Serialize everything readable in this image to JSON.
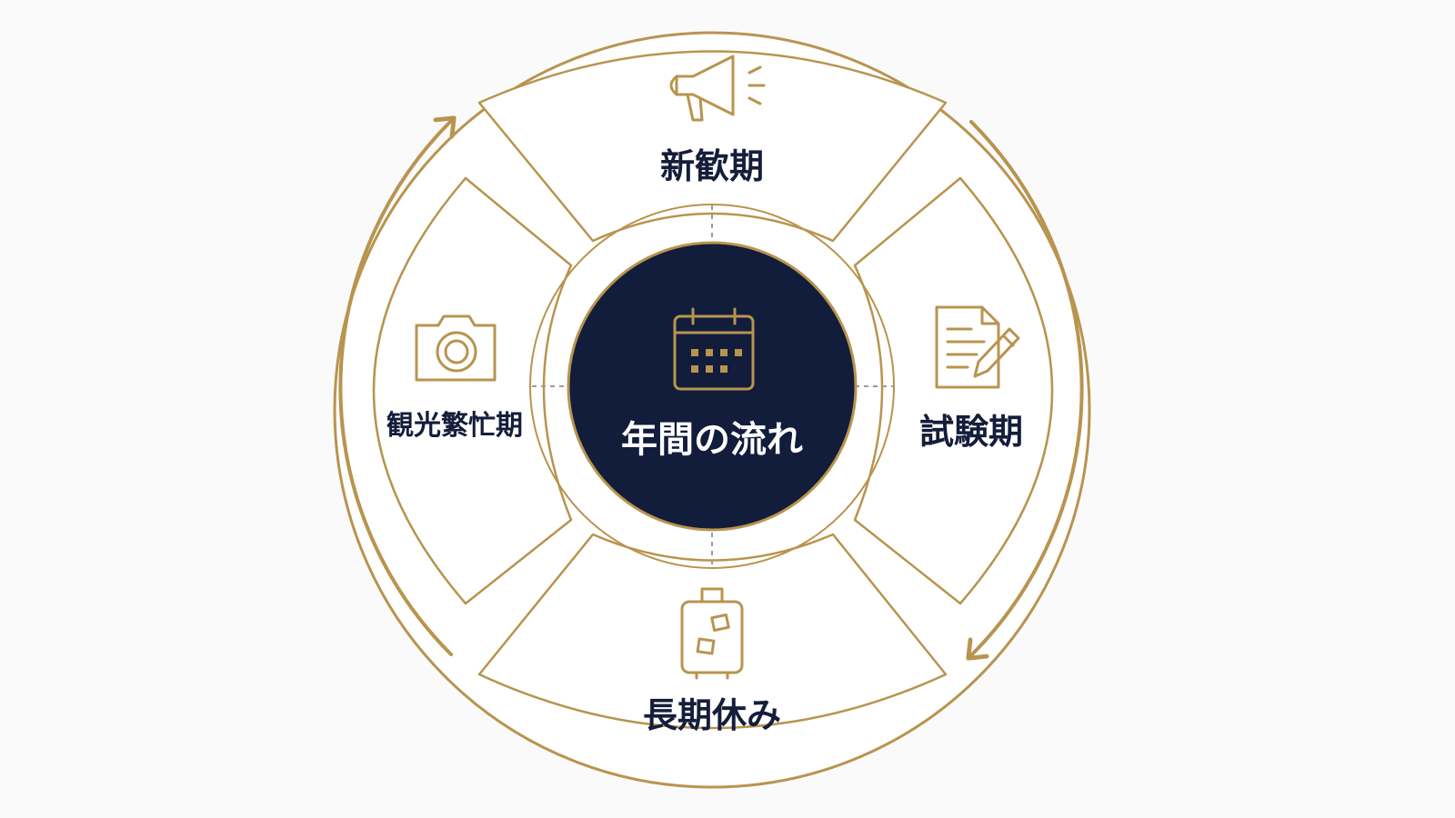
{
  "center": {
    "title": "年間の流れ",
    "icon": "calendar-icon"
  },
  "segments": [
    {
      "id": "top",
      "label": "新歓期",
      "icon": "megaphone-icon"
    },
    {
      "id": "right",
      "label": "試験期",
      "icon": "document-pencil-icon"
    },
    {
      "id": "bottom",
      "label": "長期休み",
      "icon": "suitcase-icon"
    },
    {
      "id": "left",
      "label": "観光繁忙期",
      "icon": "camera-icon"
    }
  ],
  "flow_direction": "clockwise",
  "colors": {
    "gold": "#b8944f",
    "navy": "#121c3b",
    "background": "#fafafa",
    "text": "#141d3a"
  }
}
